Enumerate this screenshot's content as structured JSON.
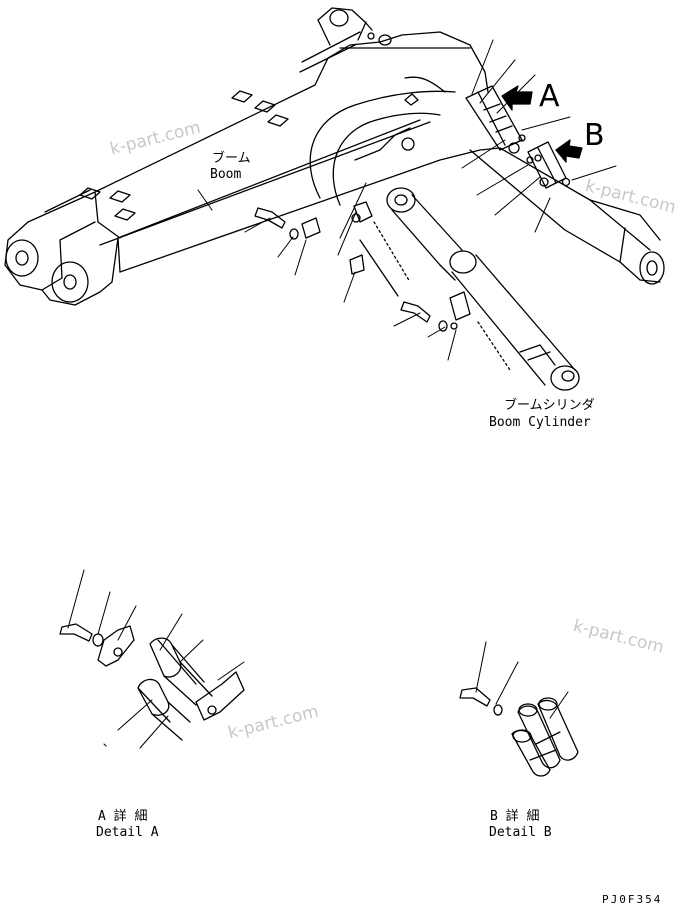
{
  "labels": {
    "boom_jp": "ブーム",
    "boom_en": "Boom",
    "cylinder_jp": "ブームシリンダ",
    "cylinder_en": "Boom Cylinder",
    "callout_a": "A",
    "callout_b": "B",
    "detail_a_jp": "A 詳 細",
    "detail_a_en": "Detail A",
    "detail_b_jp": "B 詳 細",
    "detail_b_en": "Detail B",
    "drawing_code": "PJ0F354"
  },
  "watermark": {
    "text": "k-part.com",
    "color": "#c8c8c8"
  }
}
